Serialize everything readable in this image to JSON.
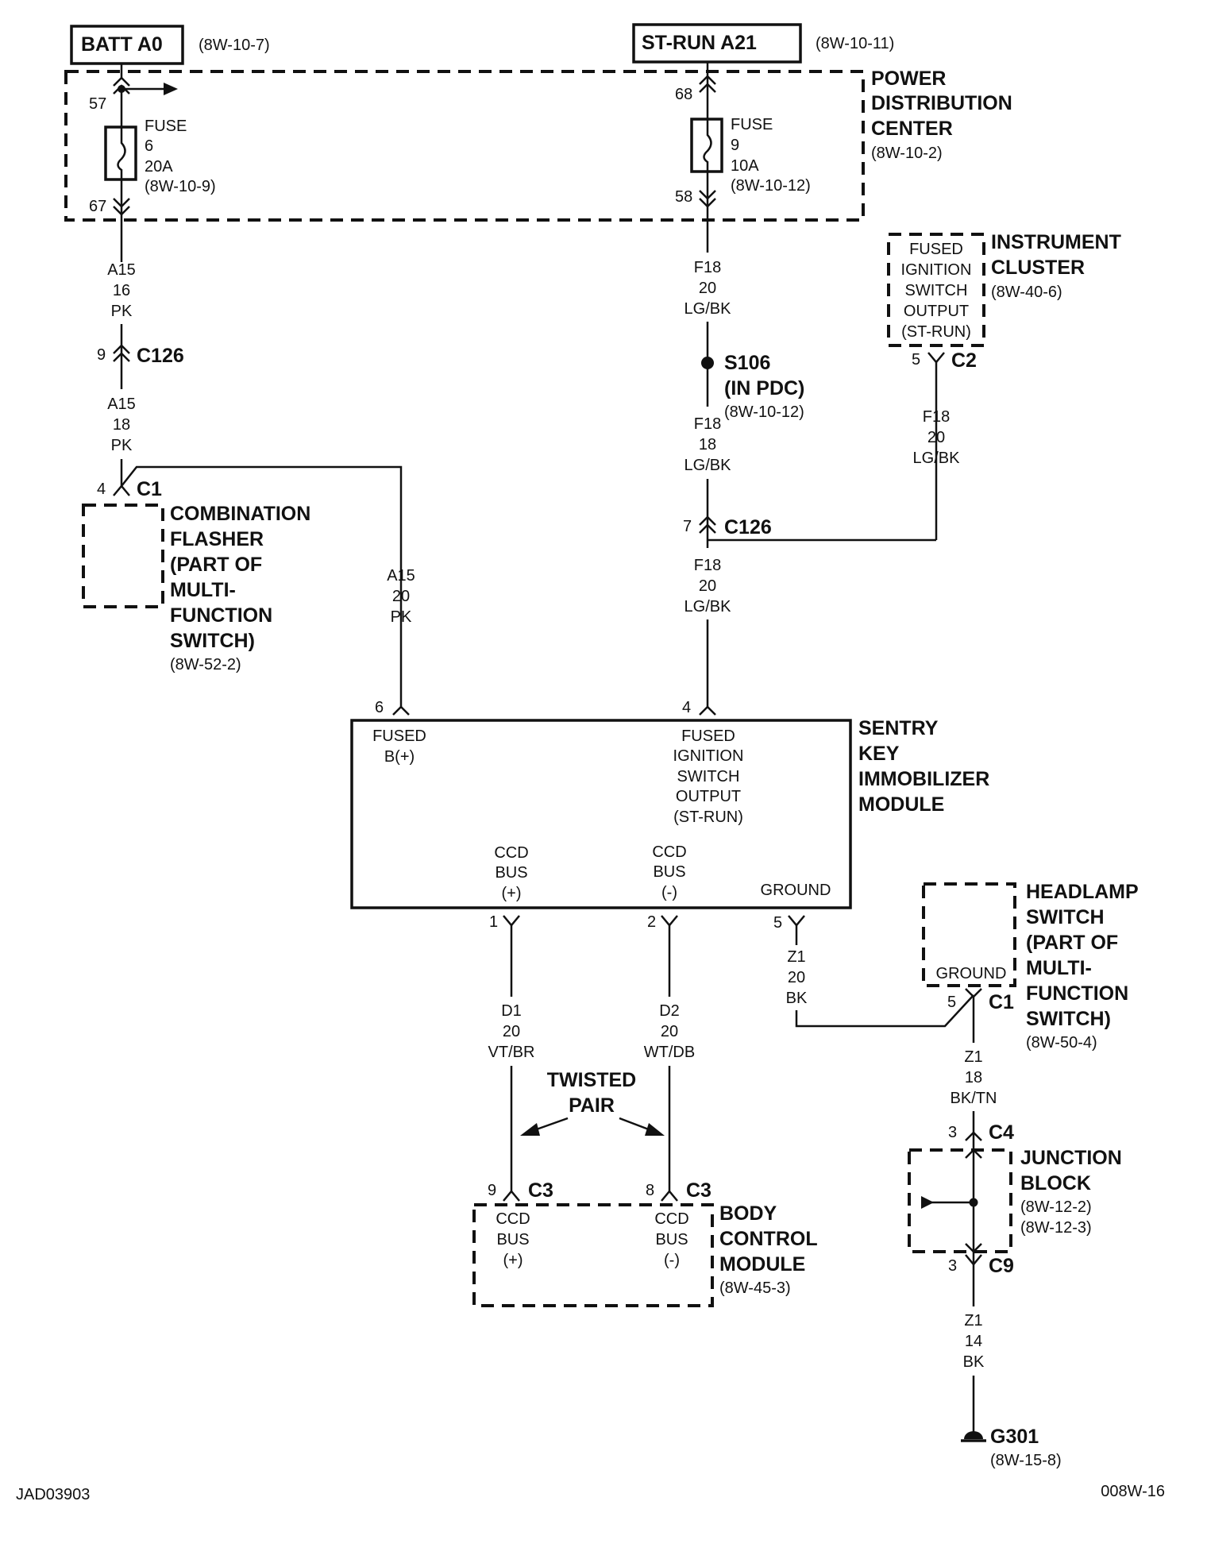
{
  "sources": {
    "batt": {
      "label": "BATT A0",
      "ref": "(8W-10-7)"
    },
    "strun": {
      "label": "ST-RUN A21",
      "ref": "(8W-10-11)"
    }
  },
  "pdc": {
    "title": [
      "POWER",
      "DISTRIBUTION",
      "CENTER"
    ],
    "ref": "(8W-10-2)",
    "fuse6": {
      "pin_in": "57",
      "pin_out": "67",
      "text": [
        "FUSE",
        "6",
        "20A",
        "(8W-10-9)"
      ]
    },
    "fuse9": {
      "pin_in": "68",
      "pin_out": "58",
      "text": [
        "FUSE",
        "9",
        "10A",
        "(8W-10-12)"
      ]
    }
  },
  "instrument_cluster": {
    "inner": [
      "FUSED",
      "IGNITION",
      "SWITCH",
      "OUTPUT",
      "(ST-RUN)"
    ],
    "title": [
      "INSTRUMENT",
      "CLUSTER"
    ],
    "ref": "(8W-40-6)",
    "pin": "5",
    "connector": "C2"
  },
  "wires": {
    "a15_16": [
      "A15",
      "16",
      "PK"
    ],
    "a15_18": [
      "A15",
      "18",
      "PK"
    ],
    "a15_20": [
      "A15",
      "20",
      "PK"
    ],
    "f18_20_top": [
      "F18",
      "20",
      "LG/BK"
    ],
    "f18_18": [
      "F18",
      "18",
      "LG/BK"
    ],
    "f18_20_ic": [
      "F18",
      "20",
      "LG/BK"
    ],
    "f18_20_mod": [
      "F18",
      "20",
      "LG/BK"
    ],
    "d1": [
      "D1",
      "20",
      "VT/BR"
    ],
    "d2": [
      "D2",
      "20",
      "WT/DB"
    ],
    "z1_20": [
      "Z1",
      "20",
      "BK"
    ],
    "z1_18": [
      "Z1",
      "18",
      "BK/TN"
    ],
    "z1_14": [
      "Z1",
      "14",
      "BK"
    ]
  },
  "connectors": {
    "c126_left": {
      "pin": "9",
      "name": "C126"
    },
    "c126_right": {
      "pin": "7",
      "name": "C126"
    }
  },
  "splice": {
    "name": "S106",
    "sub": "(IN PDC)",
    "ref": "(8W-10-12)"
  },
  "flasher": {
    "pin": "4",
    "connector": "C1",
    "title": [
      "COMBINATION",
      "FLASHER",
      "(PART OF",
      "MULTI-",
      "FUNCTION",
      "SWITCH)"
    ],
    "ref": "(8W-52-2)"
  },
  "skim": {
    "title": [
      "SENTRY",
      "KEY",
      "IMMOBILIZER",
      "MODULE"
    ],
    "pin6": "6",
    "pin4": "4",
    "fused_b": [
      "FUSED",
      "B(+)"
    ],
    "fused_ign": [
      "FUSED",
      "IGNITION",
      "SWITCH",
      "OUTPUT",
      "(ST-RUN)"
    ],
    "ccd_plus": [
      "CCD",
      "BUS",
      "(+)"
    ],
    "ccd_minus": [
      "CCD",
      "BUS",
      "(-)"
    ],
    "ground": "GROUND",
    "pin1": "1",
    "pin2": "2",
    "pin5": "5"
  },
  "twisted_pair": [
    "TWISTED",
    "PAIR"
  ],
  "bcm": {
    "pin9": "9",
    "pin8": "8",
    "connector": "C3",
    "ccd_plus": [
      "CCD",
      "BUS",
      "(+)"
    ],
    "ccd_minus": [
      "CCD",
      "BUS",
      "(-)"
    ],
    "title": [
      "BODY",
      "CONTROL",
      "MODULE"
    ],
    "ref": "(8W-45-3)"
  },
  "headlamp": {
    "ground": "GROUND",
    "pin": "5",
    "connector": "C1",
    "title": [
      "HEADLAMP",
      "SWITCH",
      "(PART OF",
      "MULTI-",
      "FUNCTION",
      "SWITCH)"
    ],
    "ref": "(8W-50-4)"
  },
  "junction_block": {
    "pin_top": "3",
    "conn_top": "C4",
    "pin_bottom": "3",
    "conn_bottom": "C9",
    "title": [
      "JUNCTION",
      "BLOCK"
    ],
    "refs": [
      "(8W-12-2)",
      "(8W-12-3)"
    ]
  },
  "ground_point": {
    "name": "G301",
    "ref": "(8W-15-8)"
  },
  "footer": {
    "left": "JAD03903",
    "right": "008W-16"
  }
}
